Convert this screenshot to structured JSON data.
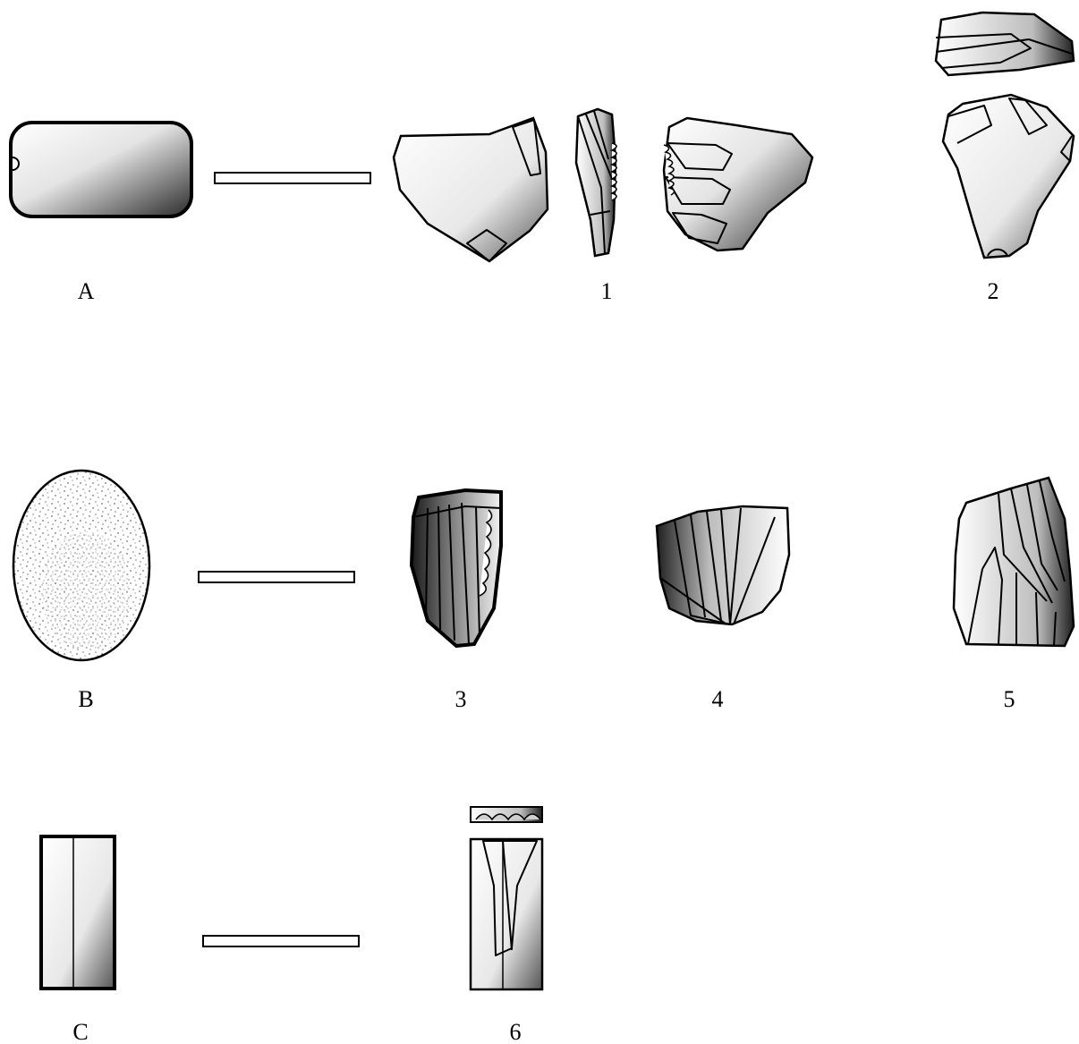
{
  "labels": {
    "row1": {
      "blank": "A",
      "tool1": "1",
      "tool2": "2"
    },
    "row2": {
      "blank": "B",
      "tool3": "3",
      "tool4": "4",
      "tool5": "5"
    },
    "row3": {
      "blank": "C",
      "tool6": "6"
    }
  }
}
